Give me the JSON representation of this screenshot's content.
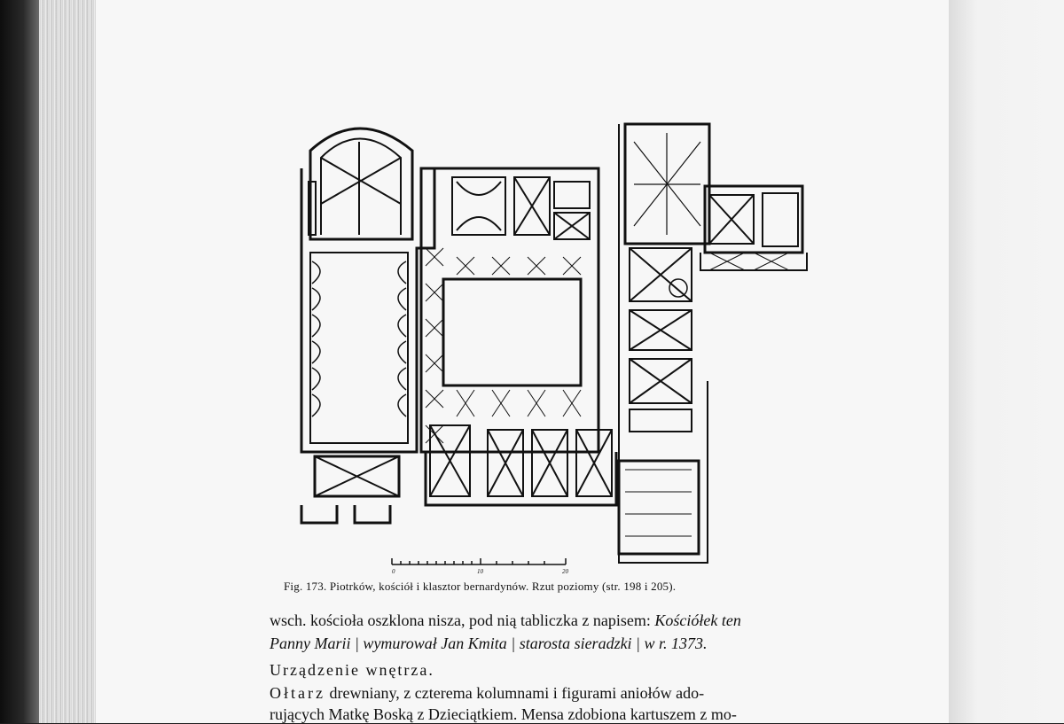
{
  "caption": "Fig. 173. Piotrków, kościół i klasztor bernardynów. Rzut poziomy (str. 198 i 205).",
  "scale_bar": {
    "ticks": [
      "0",
      "10",
      "20"
    ]
  },
  "paragraph": {
    "line1_plain": "wsch. kościoła oszklona nisza, pod nią tabliczka z napisem: ",
    "line1_italic": "Kościółek ten",
    "line2": "Panny Marii | wymurował Jan Kmita | starosta sieradzki | w r. 1373.",
    "line3": "Urządzenie wnętrza.",
    "line4_spaced": "Ołtarz",
    "line4_rest": " drewniany, z czterema kolumnami i figurami aniołów ado-",
    "line5": "rujących Matkę Boską z Dzieciątkiem. Mensa zdobiona kartuszem z mo-"
  }
}
